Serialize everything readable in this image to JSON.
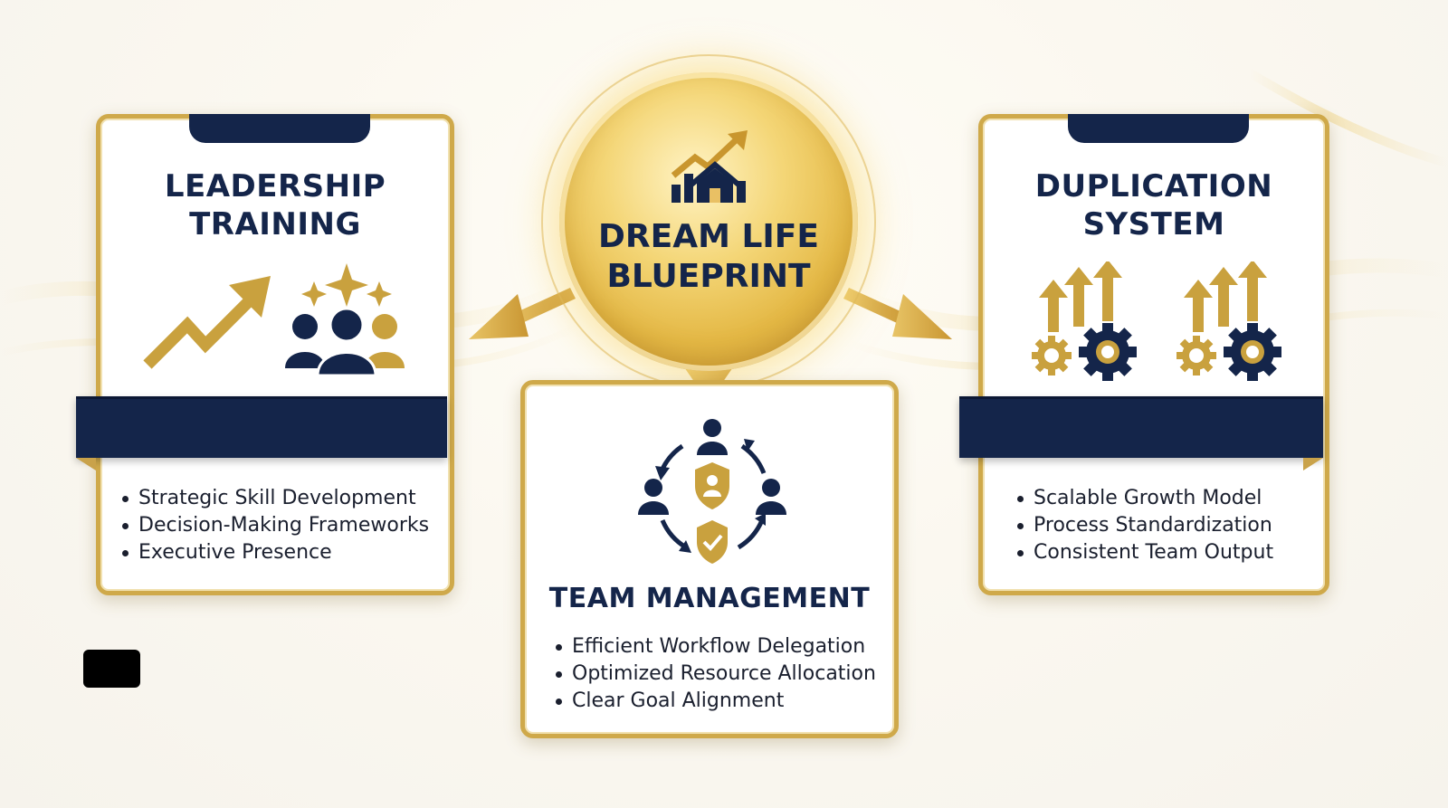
{
  "hub": {
    "title_line1": "DREAM LIFE",
    "title_line2": "BLUEPRINT",
    "icon": "growth-chart-house-icon"
  },
  "cards": {
    "leadership": {
      "title_line1": "LEADERSHIP",
      "title_line2": "TRAINING",
      "icons": [
        "rising-arrow-icon",
        "team-stars-icon"
      ],
      "bullets": [
        "Strategic Skill Development",
        "Decision-Making Frameworks",
        "Executive Presence"
      ]
    },
    "team": {
      "title": "TEAM MANAGEMENT",
      "icon": "team-cycle-shield-icon",
      "bullets": [
        "Efficient Workflow Delegation",
        "Optimized Resource Allocation",
        "Clear Goal Alignment"
      ]
    },
    "duplication": {
      "title_line1": "DUPLICATION",
      "title_line2": "SYSTEM",
      "icons": [
        "gears-arrows-icon",
        "gears-arrows-icon"
      ],
      "bullets": [
        "Scalable Growth Model",
        "Process Standardization",
        "Consistent Team Output"
      ]
    }
  },
  "colors": {
    "navy": "#14254a",
    "gold": "#cfa94a",
    "gold_light": "#f4d677",
    "background": "#fbf8f0"
  }
}
